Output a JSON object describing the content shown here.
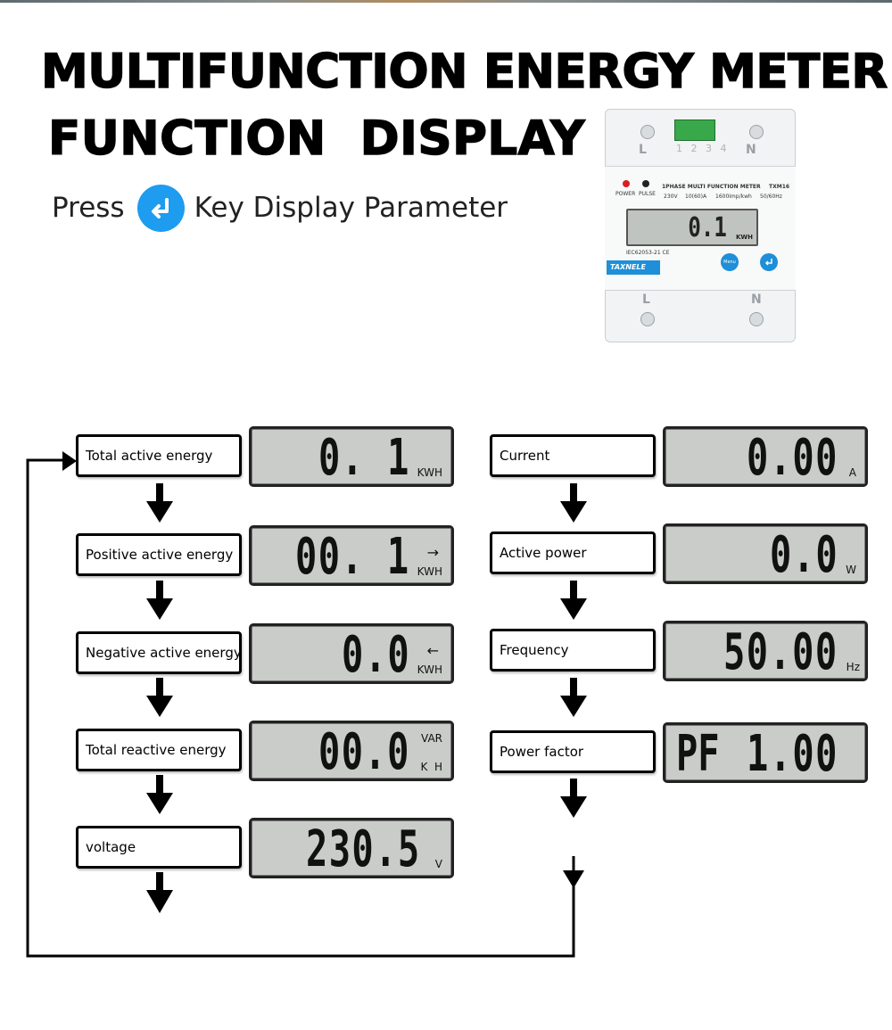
{
  "header": {
    "title_line1": "MULTIFUNCTION ENERGY METER",
    "title_line2": "FUNCTION  DISPLAY",
    "press_before": "Press",
    "press_after": "Key Display Parameter"
  },
  "device": {
    "top_labels": {
      "l": "L",
      "n": "N",
      "nums": "1 2 3 4"
    },
    "power_label": "POWER",
    "pulse_label": "PULSE",
    "model_title": "1PHASE MULTI FUNCTION METER",
    "model": "TXM16",
    "specs": [
      "230V",
      "10(60)A",
      "1600imp/kwh",
      "50/60Hz"
    ],
    "lcd_value": "0.1",
    "lcd_unit": "KWH",
    "cert": "IEC62053-21 CE",
    "brand": "TAXNELE",
    "menu_button": "Menu",
    "bottom_labels": {
      "l": "L",
      "n": "N"
    }
  },
  "left_column": [
    {
      "label": "Total active energy",
      "digits": "0. 1",
      "unit": "KWH",
      "unit_top": "",
      "arrow": ""
    },
    {
      "label": "Positive active energy",
      "digits": "00. 1",
      "unit": "KWH",
      "unit_top": "",
      "arrow": "→"
    },
    {
      "label": "Negative active energy",
      "digits": "0.0",
      "unit": "KWH",
      "unit_top": "",
      "arrow": "←"
    },
    {
      "label": "Total reactive energy",
      "digits": "00.0",
      "unit": "K  H",
      "unit_top": "VAR",
      "arrow": ""
    },
    {
      "label": "voltage",
      "digits": "230.5",
      "unit": "V",
      "unit_top": "",
      "arrow": ""
    }
  ],
  "right_column": [
    {
      "label": "Current",
      "digits": "0.00",
      "unit": "A"
    },
    {
      "label": "Active power",
      "digits": "0.0",
      "unit": "W"
    },
    {
      "label": "Frequency",
      "digits": "50.00",
      "unit": "Hz"
    },
    {
      "label": "Power factor",
      "digits": "1.00",
      "prefix": "PF",
      "unit": ""
    }
  ],
  "colors": {
    "accent_blue": "#1e9cf0",
    "lcd_bg": "#c9ccc9"
  }
}
